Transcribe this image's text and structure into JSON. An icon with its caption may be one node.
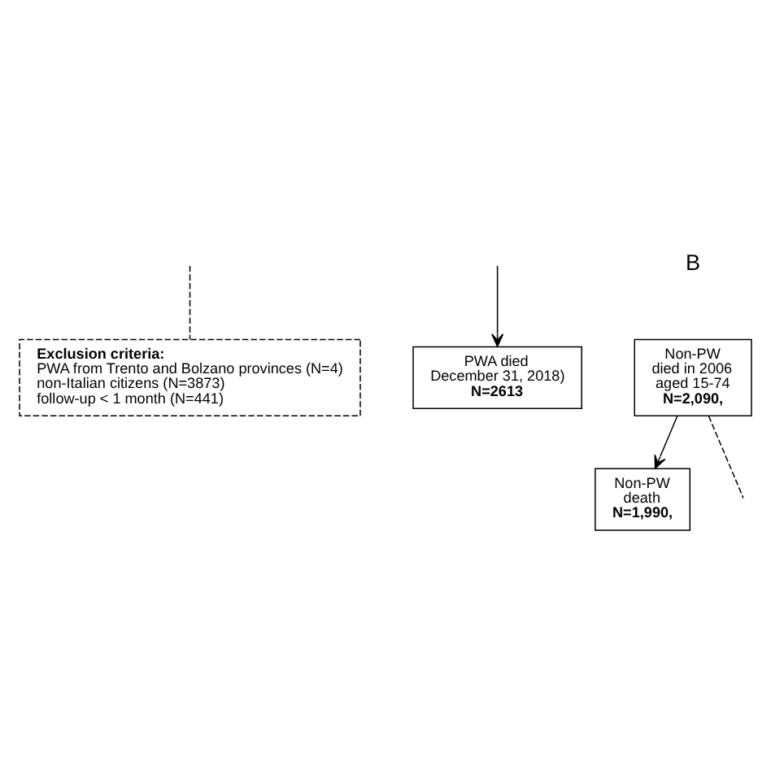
{
  "diagram": {
    "nodes": [
      {
        "text": [
          "Exclusion criteria:",
          "PWA from Trento and Bolzano provinces (N=4)",
          "non-Italian citizens (N=3873)",
          "follow-up < 1 month (N=441)"
        ]
      },
      {
        "text": [
          "PWA died",
          "December 31, 2018)",
          "N=2613"
        ]
      },
      {
        "text": [
          "Non-PW",
          "died in 2006",
          "aged 15-74",
          "N=2,090,"
        ]
      },
      {
        "text": [
          "Non-PW",
          "death",
          "N=1,990,"
        ]
      }
    ],
    "edges": [
      {
        "from": null,
        "to": 0,
        "arrow": "none",
        "style": "dashed"
      },
      {
        "from": null,
        "to": 1,
        "arrow": "to"
      },
      {
        "from": 2,
        "to": 3,
        "arrow": "to"
      },
      {
        "from": 2,
        "to": null,
        "arrow": "none",
        "style": "dashed"
      }
    ],
    "labels": [
      "B"
    ]
  }
}
